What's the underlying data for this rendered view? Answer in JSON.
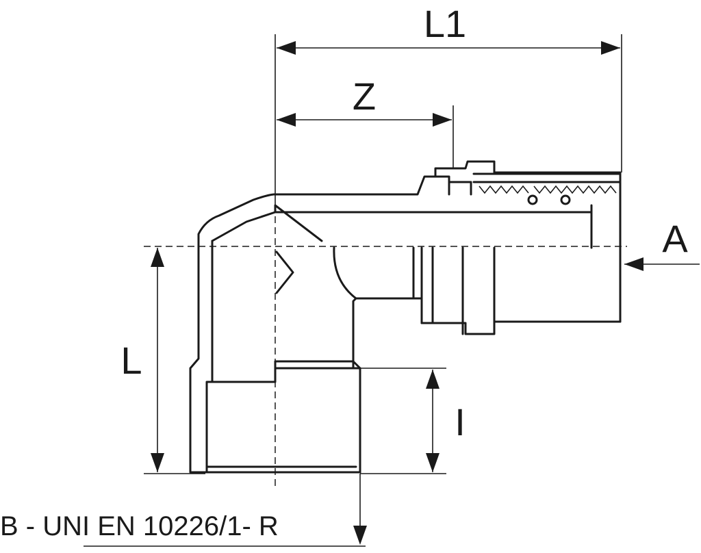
{
  "dimensions": {
    "l1": "L1",
    "z": "Z",
    "a": "A",
    "l": "L",
    "i": "I"
  },
  "thread_standard": "B - UNI EN 10226/1- R"
}
